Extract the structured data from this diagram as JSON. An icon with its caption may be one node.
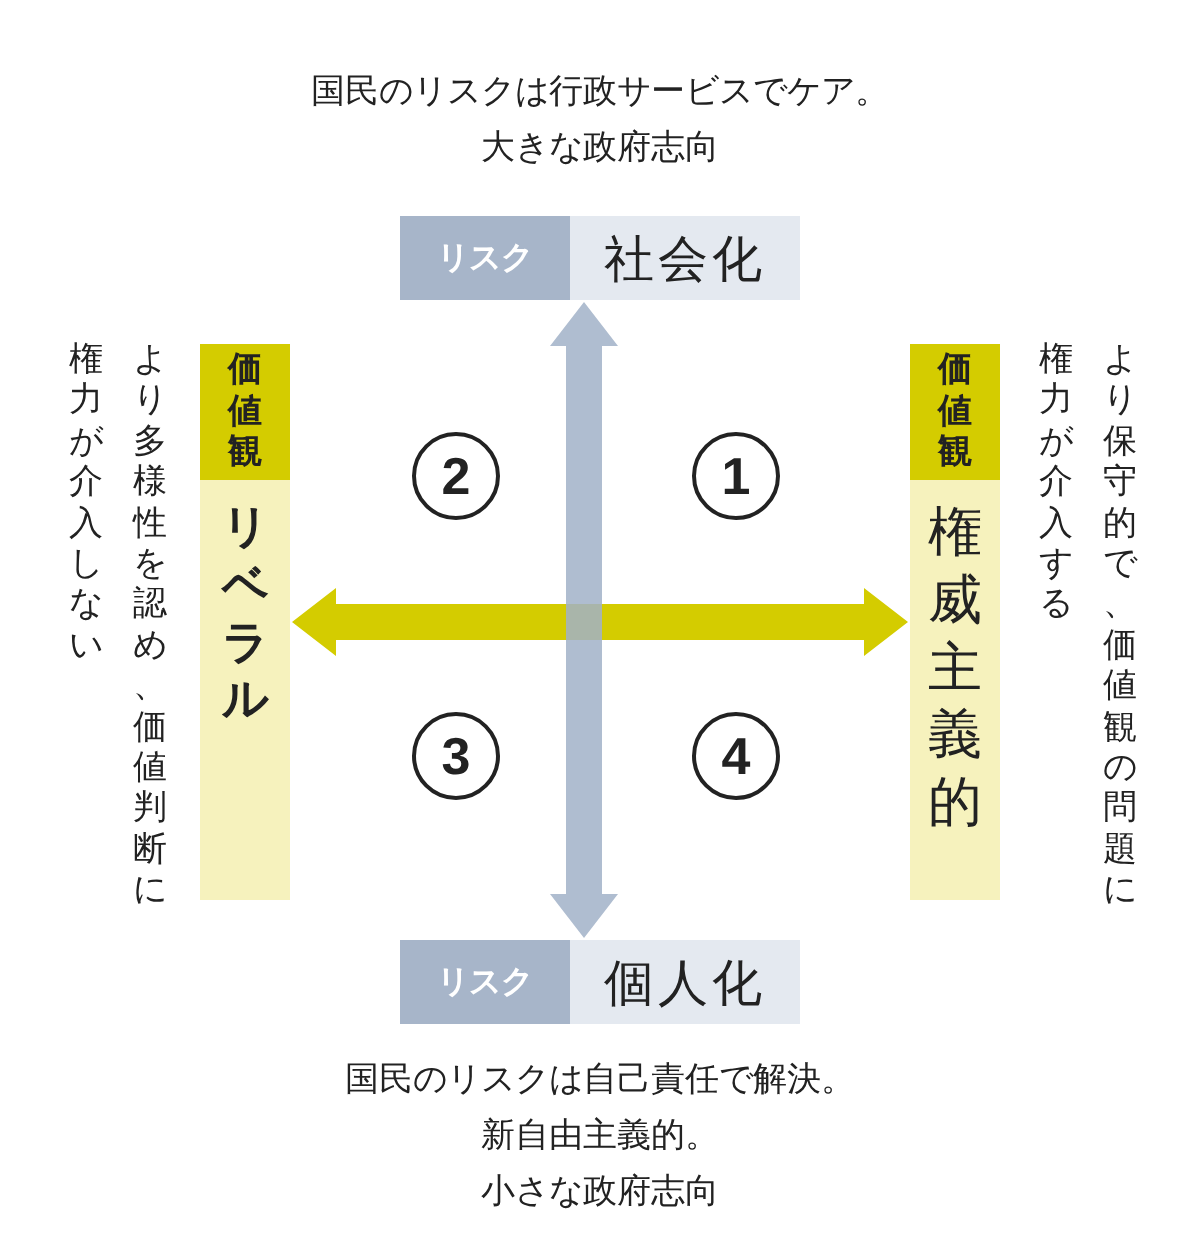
{
  "diagram": {
    "nodes": [
      {
        "text": [
          "リスク",
          "社会化"
        ],
        "beside": [
          "国民のリスクは行政サービスでケア。",
          "大きな政府志向"
        ]
      },
      {
        "text": [
          "価値観",
          "リベラル"
        ],
        "beside": [
          "より多様性を認め、価値判断に権力が介入しない"
        ]
      },
      {
        "text": [
          "価値観",
          "権威主義的"
        ],
        "beside": [
          "より保守的で、価値観の問題に権力が介入する"
        ]
      },
      {
        "text": [
          "2"
        ]
      },
      {
        "text": [
          "1"
        ]
      },
      {
        "text": [
          "3"
        ]
      },
      {
        "text": [
          "4"
        ]
      },
      {
        "text": [
          "リスク",
          "個人化"
        ],
        "beside": [
          "国民のリスクは自己責任で解決。",
          "新自由主義的。",
          "小さな政府志向"
        ]
      }
    ],
    "edges": [
      {
        "from": 1,
        "to": 2,
        "arrow": "both",
        "color": "#d4cc00"
      },
      {
        "from": 0,
        "to": 7,
        "arrow": "both",
        "color": "#a2b2c8"
      }
    ]
  }
}
